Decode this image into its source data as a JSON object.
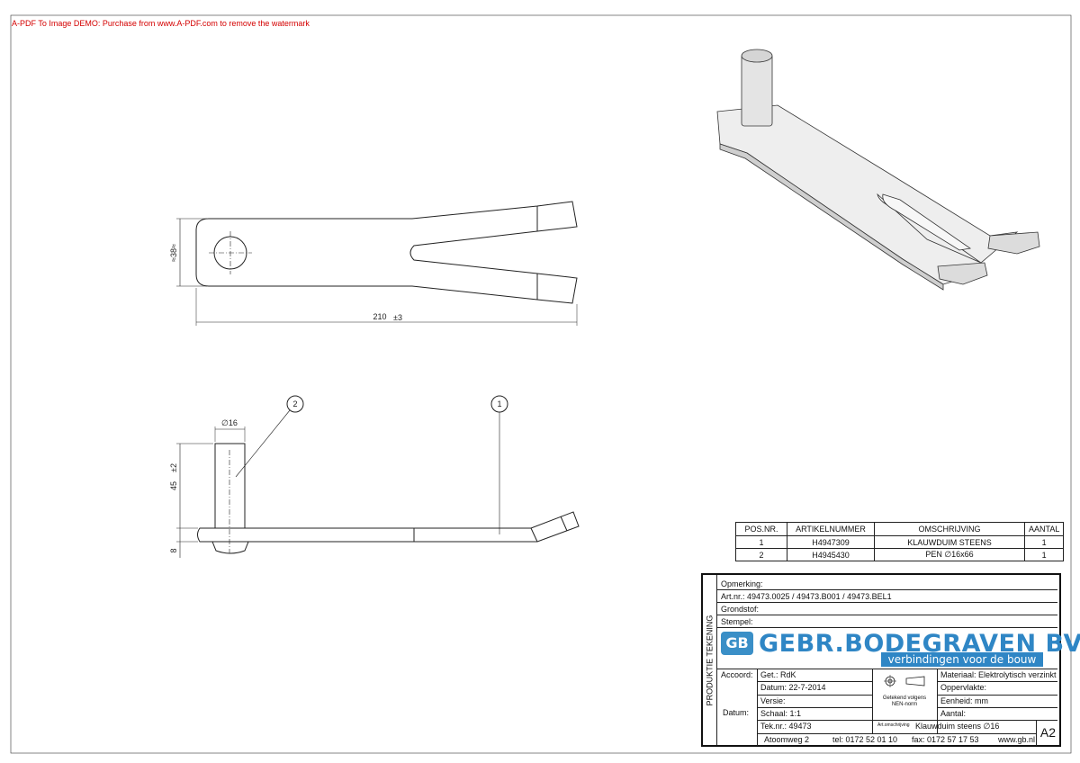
{
  "watermark": "A-PDF To Image DEMO: Purchase from www.A-PDF.com to remove the watermark",
  "dimensions": {
    "width_38": "≈38≈",
    "length_210": "210",
    "length_tol": "±3",
    "pin_diameter": "16",
    "pin_height": "45",
    "pin_height_tol": "±2",
    "thickness": "8"
  },
  "balloons": [
    "2",
    "1"
  ],
  "parts_table": {
    "headers": [
      "POS.NR.",
      "ARTIKELNUMMER",
      "OMSCHRIJVING",
      "AANTAL"
    ],
    "rows": [
      [
        "1",
        "H4947309",
        "KLAUWDUIM STEENS",
        "1"
      ],
      [
        "2",
        "H4945430",
        "PEN ∅16x66",
        "1"
      ]
    ]
  },
  "title_block": {
    "side_label": "PRODUKTIE TEKENING",
    "opmerking": "Opmerking:",
    "artnr": "Art.nr.:  49473.0025 / 49473.B001 / 49473.BEL1",
    "grondstof": "Grondstof:",
    "stempel": "Stempel:",
    "logo": "GB",
    "company": "GEBR.BODEGRAVEN BV",
    "tagline": "verbindingen voor de bouw",
    "accoord": "Accoord:",
    "datum_label": "Datum:",
    "get": "Get.: RdK",
    "datum": "Datum: 22-7-2014",
    "versie": "Versie:",
    "schaal": "Schaal: 1:1",
    "teknr": "Tek.nr.: 49473",
    "norm": "Getekend volgens NEN-norm",
    "materiaal": "Materiaal: Elektrolytisch verzinkt",
    "oppervlakte": "Oppervlakte:",
    "eenheid": "Eenheid: mm",
    "aantal": "Aantal:",
    "artomschrijving_label": "Art.omschrijving",
    "artomschrijving": "Klauwduim steens ∅16",
    "address": "Atoomweg 2",
    "tel": "tel: 0172 52 01 10",
    "fax": "fax: 0172 57 17 53",
    "web": "www.gb.nl",
    "sheet": "A2"
  }
}
